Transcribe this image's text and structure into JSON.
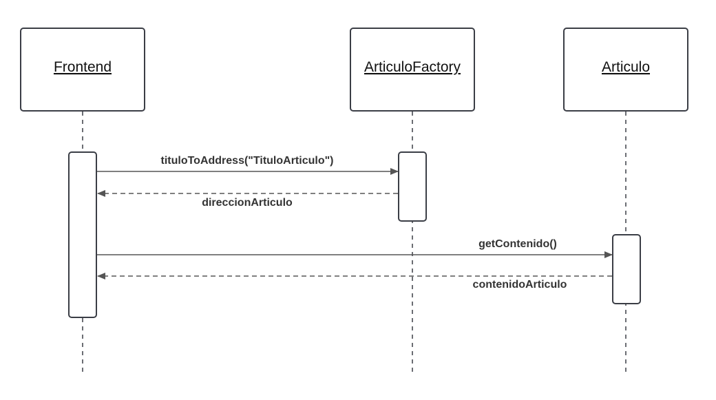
{
  "participants": [
    {
      "name": "Frontend"
    },
    {
      "name": "ArticuloFactory"
    },
    {
      "name": "Articulo"
    }
  ],
  "messages": [
    {
      "label": "tituloToAddress(\"TituloArticulo\")",
      "from": "Frontend",
      "to": "ArticuloFactory",
      "kind": "call"
    },
    {
      "label": "direccionArticulo",
      "from": "ArticuloFactory",
      "to": "Frontend",
      "kind": "return"
    },
    {
      "label": "getContenido()",
      "from": "Frontend",
      "to": "Articulo",
      "kind": "call"
    },
    {
      "label": "contenidoArticulo",
      "from": "Articulo",
      "to": "Frontend",
      "kind": "return"
    }
  ],
  "colors": {
    "stroke": "#3a3d45",
    "arrow": "#555555",
    "text": "#333333"
  }
}
